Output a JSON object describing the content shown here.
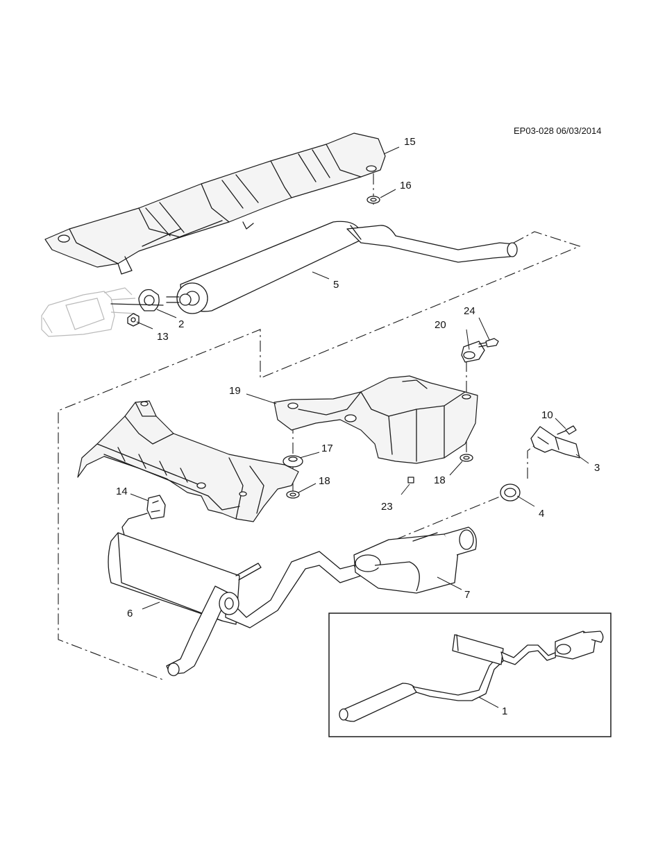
{
  "diagram": {
    "reference": "EP03-028 06/03/2014",
    "callouts": {
      "c1": "1",
      "c2": "2",
      "c3": "3",
      "c4": "4",
      "c5": "5",
      "c6": "6",
      "c7": "7",
      "c10": "10",
      "c13": "13",
      "c14": "14",
      "c15": "15",
      "c16": "16",
      "c17": "17",
      "c18a": "18",
      "c18b": "18",
      "c19": "19",
      "c20": "20",
      "c23": "23",
      "c24": "24"
    }
  }
}
